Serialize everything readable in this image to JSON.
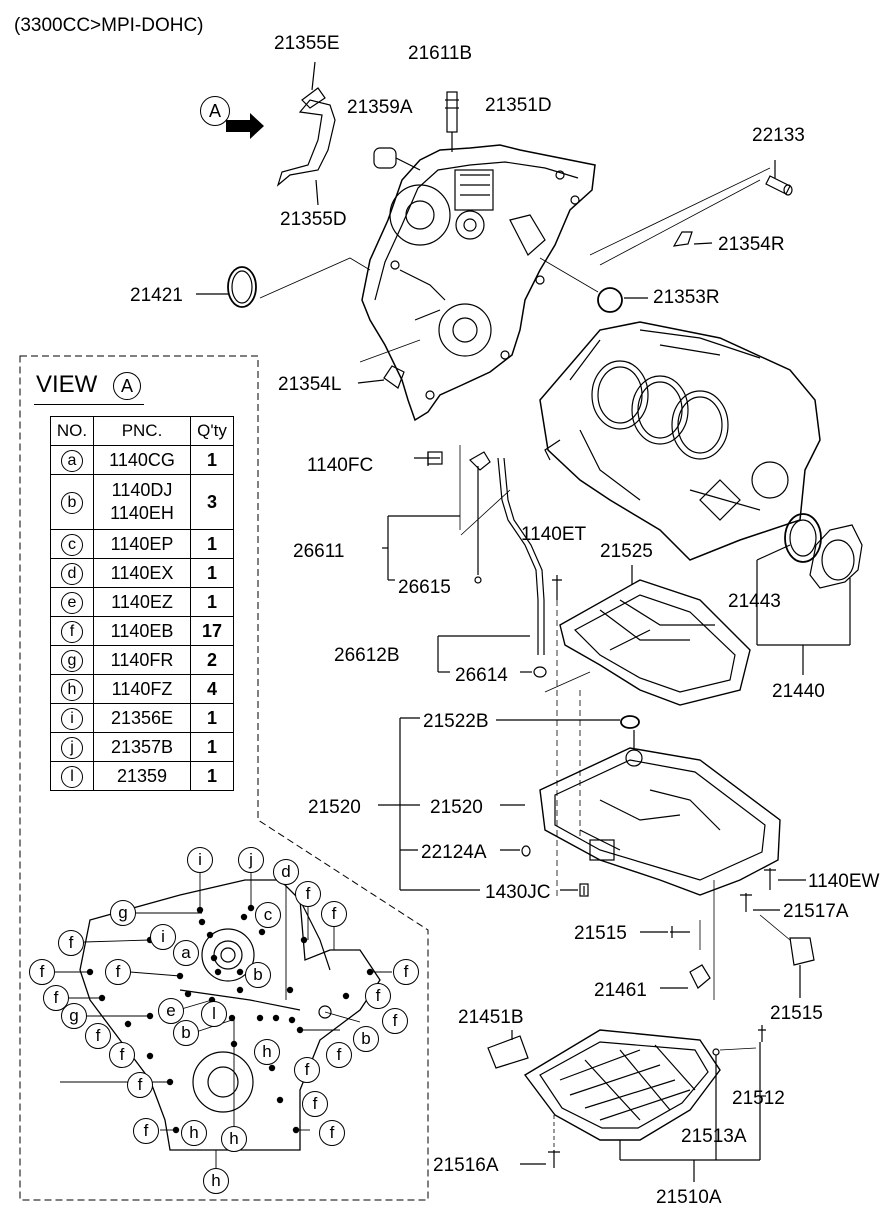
{
  "header": {
    "engine": "(3300CC>MPI-DOHC)"
  },
  "view": {
    "title": "VIEW",
    "letter": "A"
  },
  "arrow_letter": "A",
  "legend": {
    "headers": [
      "NO.",
      "PNC.",
      "Q'ty"
    ],
    "rows": [
      {
        "code": "a",
        "pnc": "1140CG",
        "qty": "1"
      },
      {
        "code": "b",
        "pnc": "1140DJ\n1140EH",
        "qty": "3"
      },
      {
        "code": "c",
        "pnc": "1140EP",
        "qty": "1"
      },
      {
        "code": "d",
        "pnc": "1140EX",
        "qty": "1"
      },
      {
        "code": "e",
        "pnc": "1140EZ",
        "qty": "1"
      },
      {
        "code": "f",
        "pnc": "1140EB",
        "qty": "17"
      },
      {
        "code": "g",
        "pnc": "1140FR",
        "qty": "2"
      },
      {
        "code": "h",
        "pnc": "1140FZ",
        "qty": "4"
      },
      {
        "code": "i",
        "pnc": "21356E",
        "qty": "1"
      },
      {
        "code": "j",
        "pnc": "21357B",
        "qty": "1"
      },
      {
        "code": "l",
        "pnc": "21359",
        "qty": "1"
      }
    ]
  },
  "parts": {
    "p21355E": "21355E",
    "p21611B": "21611B",
    "p21359A": "21359A",
    "p21351D": "21351D",
    "p22133": "22133",
    "p21355D": "21355D",
    "p21354R": "21354R",
    "p21421": "21421",
    "p21353R": "21353R",
    "p21354L": "21354L",
    "p1140FC": "1140FC",
    "p26611": "26611",
    "p1140ET": "1140ET",
    "p21525": "21525",
    "p26615": "26615",
    "p21443": "21443",
    "p26612B": "26612B",
    "p26614": "26614",
    "p21440": "21440",
    "p21522B": "21522B",
    "p21520a": "21520",
    "p21520b": "21520",
    "p22124A": "22124A",
    "p1430JC": "1430JC",
    "p1140EW": "1140EW",
    "p21517A": "21517A",
    "p21515a": "21515",
    "p21461": "21461",
    "p21515b": "21515",
    "p21451B": "21451B",
    "p21512": "21512",
    "p21513A": "21513A",
    "p21516A": "21516A",
    "p21510A": "21510A"
  },
  "view_callouts": {
    "i1": "i",
    "j1": "j",
    "d1": "d",
    "g1": "g",
    "c1": "c",
    "i2": "i",
    "f1": "f",
    "f2": "f",
    "a1": "a",
    "f3": "f",
    "f4": "f",
    "f5": "f",
    "f6": "f",
    "b1": "b",
    "f7": "f",
    "f8": "f",
    "e1": "e",
    "l1": "l",
    "g2": "g",
    "f9": "f",
    "b2": "b",
    "b3": "b",
    "f10": "f",
    "h1": "h",
    "f11": "f",
    "f12": "f",
    "f13": "f",
    "f14": "f",
    "f15": "f",
    "f16": "f",
    "f17": "f",
    "h2": "h",
    "h3": "h",
    "h4": "h"
  }
}
